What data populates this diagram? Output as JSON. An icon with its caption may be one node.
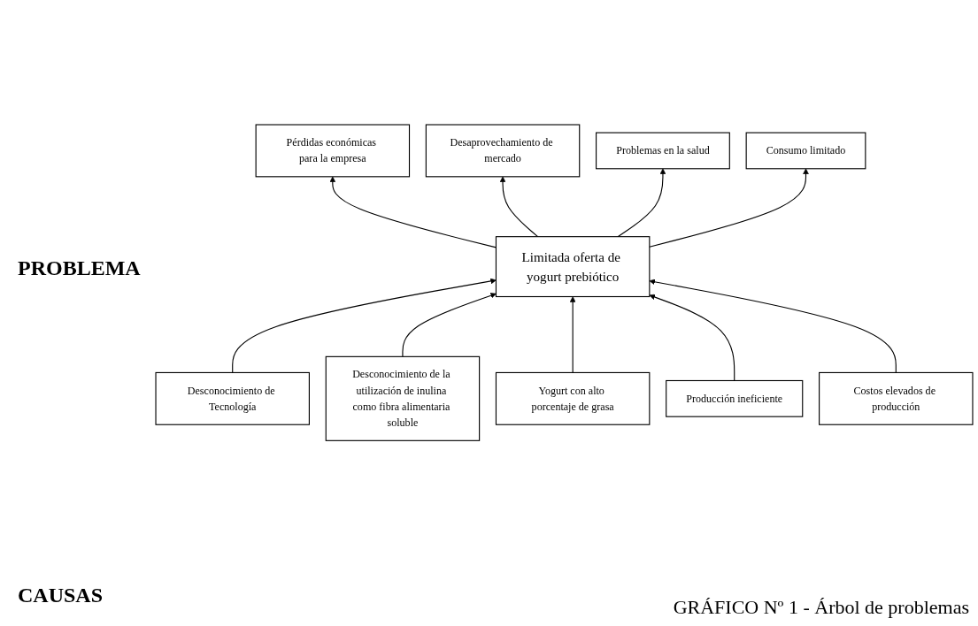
{
  "diagram": {
    "caption": "GRÁFICO Nº 1 - Árbol de problemas",
    "nodes": [
      {
        "text": [
          "Pérdidas económicas para la empresa"
        ]
      },
      {
        "text": [
          "Desaprovechamiento de mercado"
        ]
      },
      {
        "text": [
          "Problemas en la salud"
        ]
      },
      {
        "text": [
          "Consumo limitado"
        ]
      },
      {
        "text": [
          "Limitada oferta de yogurt prebiótico"
        ]
      },
      {
        "text": [
          "Desconocimiento de Tecnología"
        ]
      },
      {
        "text": [
          "Desconocimiento de la utilización de inulina como fibra alimentaria soluble"
        ]
      },
      {
        "text": [
          "Yogurt con alto porcentaje de grasa"
        ]
      },
      {
        "text": [
          "Producción ineficiente"
        ]
      },
      {
        "text": [
          "Costos elevados de producción"
        ]
      }
    ],
    "edges": [
      {
        "from": 4,
        "to": 0,
        "arrow": "to"
      },
      {
        "from": 4,
        "to": 1,
        "arrow": "to"
      },
      {
        "from": 4,
        "to": 2,
        "arrow": "to"
      },
      {
        "from": 4,
        "to": 3,
        "arrow": "to"
      },
      {
        "from": 5,
        "to": 4,
        "arrow": "to"
      },
      {
        "from": 6,
        "to": 4,
        "arrow": "to"
      },
      {
        "from": 7,
        "to": 4,
        "arrow": "to"
      },
      {
        "from": 8,
        "to": 4,
        "arrow": "to"
      },
      {
        "from": 9,
        "to": 4,
        "arrow": "to"
      }
    ],
    "labels": [
      "PROBLEMA",
      "CAUSAS"
    ]
  }
}
